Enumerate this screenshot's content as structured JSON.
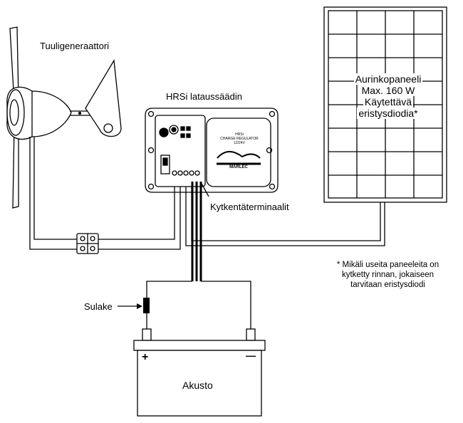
{
  "labels": {
    "wind_generator": "Tuuligeneraattori",
    "regulator": "HRSi lataussäädin",
    "terminals": "Kytkentäterminaalit",
    "fuse": "Sulake",
    "battery": "Akusto",
    "plus": "+",
    "minus": "—"
  },
  "solar_panel": {
    "lines": [
      "Aurinkopaneeli",
      "Max. 160 W",
      "Käytettävä",
      "eristysdiodia*"
    ]
  },
  "regulator_box": {
    "brand_line1": "HRSi",
    "brand_line2": "CHARGE REGULATOR",
    "brand_line3": "12/24V",
    "logo": "MARLEC"
  },
  "note": {
    "lines": [
      "* Mikäli useita paneeleita on",
      "kytketty rinnan, jokaiseen",
      "tarvitaan eristysdiodi"
    ]
  }
}
